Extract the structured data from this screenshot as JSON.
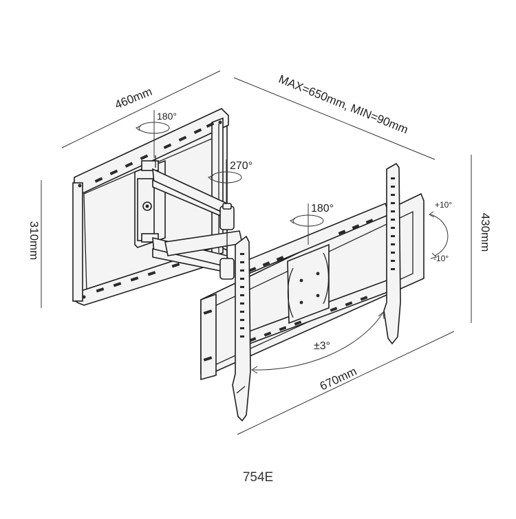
{
  "diagram": {
    "model": "754E",
    "dimensions": {
      "wall_plate_width": "460mm",
      "wall_plate_height": "310mm",
      "tv_bracket_width": "670mm",
      "tv_bracket_height": "430mm",
      "extension": "MAX=650mm, MIN=90mm"
    },
    "rotations": {
      "wall_pivot": "180°",
      "elbow": "270°",
      "tv_swivel": "180°",
      "tilt_up": "+10°",
      "tilt_down": "-10°",
      "level": "±3°"
    }
  }
}
